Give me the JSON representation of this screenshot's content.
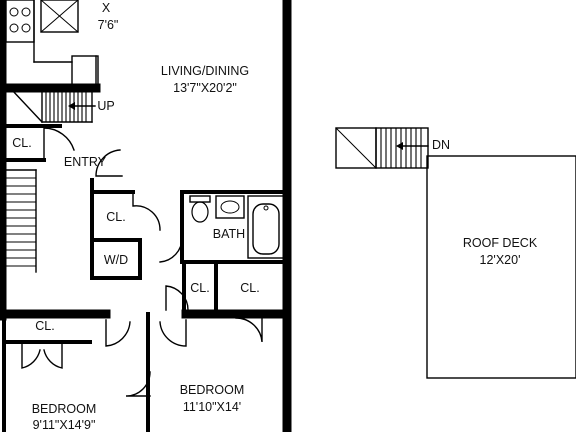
{
  "labels": {
    "top_room_fragment": "X",
    "top_room_dim": "7'6\"",
    "living_name": "LIVING/DINING",
    "living_dim": "13'7\"X20'2\"",
    "up": "UP",
    "closet": "CL.",
    "entry": "ENTRY",
    "bath": "BATH",
    "wd": "W/D",
    "bedroom": "BEDROOM",
    "bedroom_right_dim": "11'10\"X14'",
    "bedroom_left_dim": "9'11\"X14'9\"",
    "dn": "DN",
    "roof_deck": "ROOF DECK",
    "roof_deck_dim": "12'X20'"
  },
  "colors": {
    "line": "#000000",
    "background": "#ffffff"
  }
}
